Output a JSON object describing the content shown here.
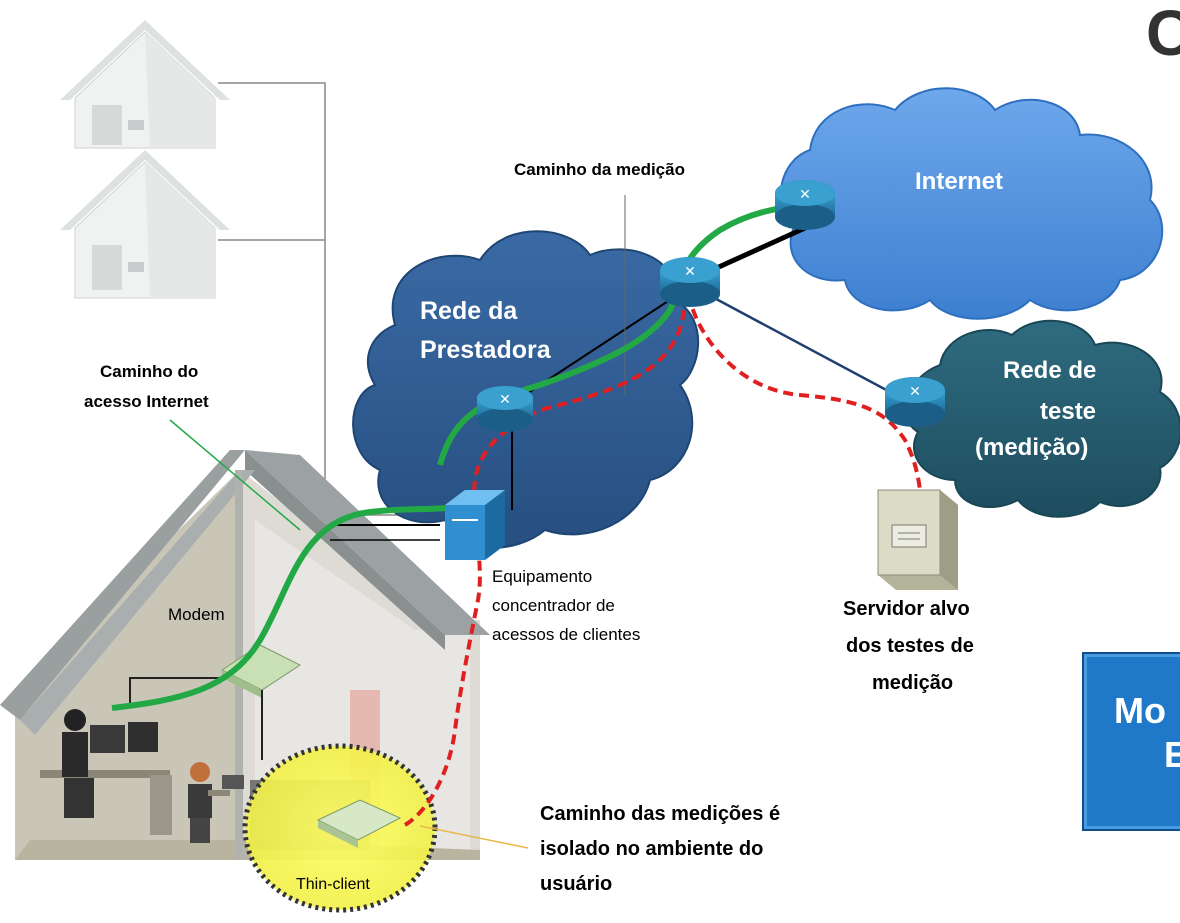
{
  "labels": {
    "caminho_medicao": "Caminho da medição",
    "internet": "Internet",
    "rede_prestadora_1": "Rede da",
    "rede_prestadora_2": "Prestadora",
    "rede_teste_1": "Rede de",
    "rede_teste_2": "teste",
    "rede_teste_3": "(medição)",
    "caminho_acesso_1": "Caminho do",
    "caminho_acesso_2": "acesso Internet",
    "equip_1": "Equipamento",
    "equip_2": "concentrador de",
    "equip_3": "acessos de clientes",
    "modem": "Modem",
    "servidor_1": "Servidor alvo",
    "servidor_2": "dos testes de",
    "servidor_3": "medição",
    "isolado_1": "Caminho das medições é",
    "isolado_2": "isolado no ambiente do",
    "isolado_3": "usuário",
    "thin_client": "Thin-client"
  },
  "corner_title_fragment": "C",
  "side_box": {
    "line1": "Mo",
    "line2": "E"
  },
  "colors": {
    "cloud_provider": "#2f5d92",
    "cloud_internet": "#4f91dc",
    "cloud_test": "#265e70",
    "green_path": "#22a845",
    "red_path": "#e02020",
    "router": "#2a86b8",
    "box_blue": "#1f78c8"
  }
}
